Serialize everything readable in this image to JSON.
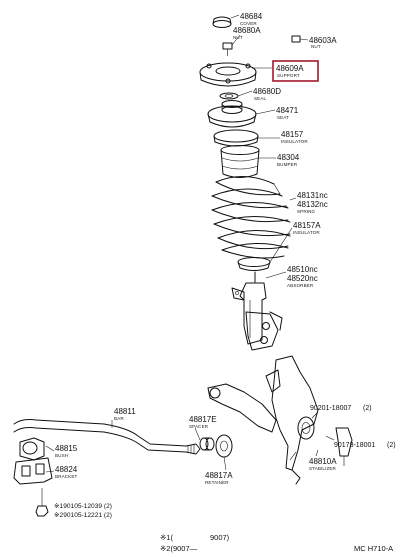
{
  "labels": {
    "p48684": {
      "code": "48684",
      "name": "COVER"
    },
    "p48680A": {
      "code": "48680A",
      "name": "NUT"
    },
    "p48603A": {
      "code": "48603A",
      "name": "NUT"
    },
    "p48609A": {
      "code": "48609A",
      "name": "SUPPORT"
    },
    "p48680D": {
      "code": "48680D",
      "name": "SEAL"
    },
    "p48471": {
      "code": "48471",
      "name": "SEAT"
    },
    "p48157": {
      "code": "48157",
      "name": "INSULATOR"
    },
    "p48304": {
      "code": "48304",
      "name": "BUMPER"
    },
    "p48131": {
      "code": "48131nc",
      "name": ""
    },
    "p48132": {
      "code": "48132nc",
      "name": "SPRING"
    },
    "p48157A": {
      "code": "48157A",
      "name": "INSULATOR"
    },
    "p48510": {
      "code": "48510nc",
      "name": ""
    },
    "p48520": {
      "code": "48520nc",
      "name": "ABSORBER"
    },
    "p48811": {
      "code": "48811",
      "name": "BAR"
    },
    "p48817E": {
      "code": "48817E",
      "name": "SPACER"
    },
    "p48815": {
      "code": "48815",
      "name": "BUSH"
    },
    "p48824": {
      "code": "48824",
      "name": "BRACKET"
    },
    "p48817A": {
      "code": "48817A",
      "name": "RETAINER"
    },
    "p90201": {
      "code": "90201-18007",
      "name": "(2)"
    },
    "p90178": {
      "code": "90178-18001",
      "name": "(2)"
    },
    "p48810A": {
      "code": "48810A",
      "name": "STABILIZER"
    }
  },
  "notes": {
    "n1": "※190105-12039 (2)",
    "n2": "※290105-12221 (2)",
    "legend1_left": "※1(",
    "legend1_right": "9007)",
    "legend2": "※2(9007—",
    "footer": "MC H710-A"
  }
}
